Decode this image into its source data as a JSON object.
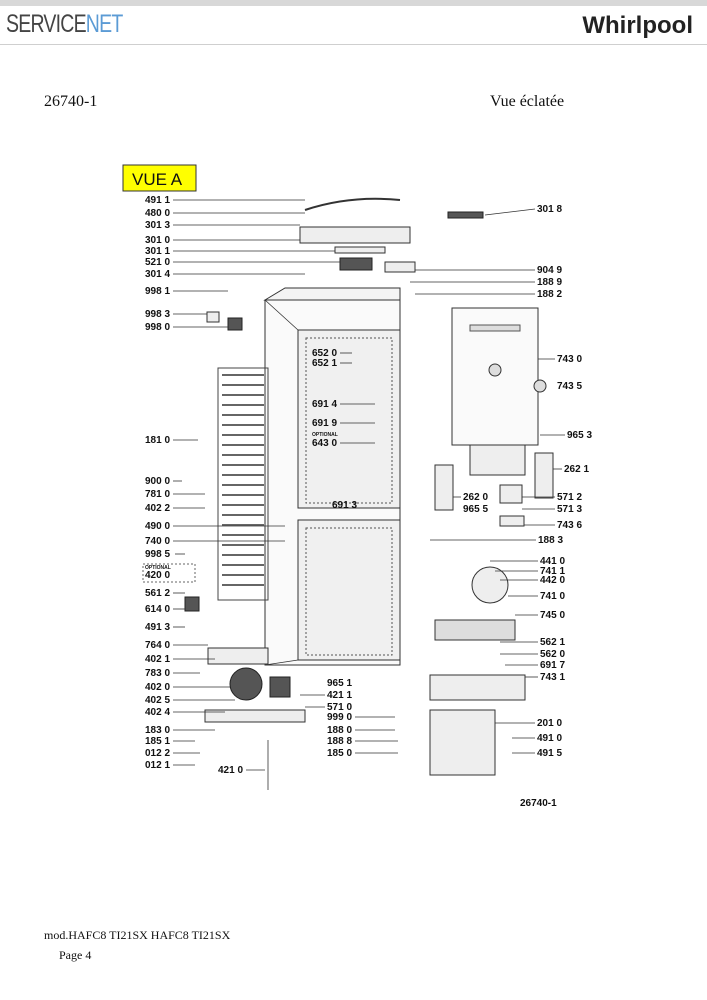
{
  "header": {
    "brand_left_a": "SERVICE",
    "brand_left_b": "NET",
    "brand_right": "Whirlpool"
  },
  "document": {
    "number": "26740-1",
    "view_title": "Vue éclatée",
    "view_label": "VUE A",
    "drawing_ref": "26740-1",
    "optional_1": "OPTIONAL",
    "optional_2": "OPTIONAL"
  },
  "labels_left": [
    "491 1",
    "480 0",
    "301 3",
    "301 0",
    "301 1",
    "521 0",
    "301 4",
    "998 1",
    "998 3",
    "998 0",
    "181 0",
    "900 0",
    "781 0",
    "402 2",
    "490 0",
    "740 0",
    "998 5",
    "420 0",
    "561 2",
    "614 0",
    "491 3",
    "764 0",
    "402 1",
    "783 0",
    "402 0",
    "402 5",
    "402 4",
    "183 0",
    "185 1",
    "012 2",
    "012 1",
    "421 0"
  ],
  "labels_center": [
    "652 0",
    "652 1",
    "691 4",
    "691 9",
    "643 0",
    "691 3",
    "965 1",
    "421 1",
    "571 0",
    "999 0",
    "188 0",
    "188 8",
    "185 0"
  ],
  "labels_right": [
    "301 8",
    "904 9",
    "188 9",
    "188 2",
    "743 0",
    "743 5",
    "965 3",
    "262 1",
    "262 0",
    "571 2",
    "965 5",
    "571 3",
    "743 6",
    "188 3",
    "441 0",
    "741 1",
    "442 0",
    "741 0",
    "745 0",
    "562 1",
    "562 0",
    "691 7",
    "743 1",
    "201 0",
    "491 0",
    "491 5"
  ],
  "footer": {
    "model": "mod.HAFC8 TI21SX HAFC8 TI21SX",
    "page": "Page 4"
  }
}
